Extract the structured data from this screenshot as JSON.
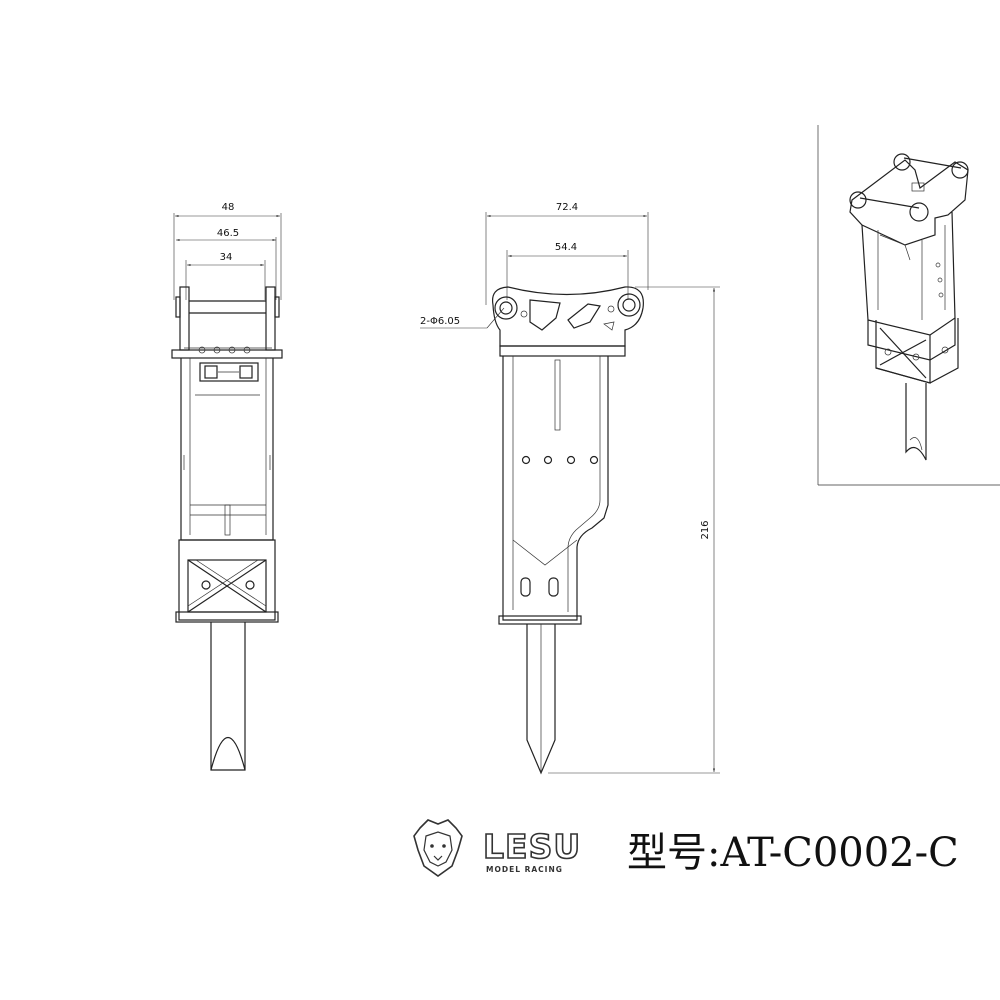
{
  "dimensions": {
    "front_width_outer": "48",
    "front_width_mid": "46.5",
    "front_width_inner": "34",
    "side_width_outer": "72.4",
    "side_width_inner": "54.4",
    "hole_callout": "2-Φ6.05",
    "total_height": "216"
  },
  "footer": {
    "brand_name": "LESU",
    "brand_sub": "MODEL RACING",
    "model_label": "型号:AT-C0002-C"
  },
  "icons": [
    "lion-logo-icon"
  ]
}
